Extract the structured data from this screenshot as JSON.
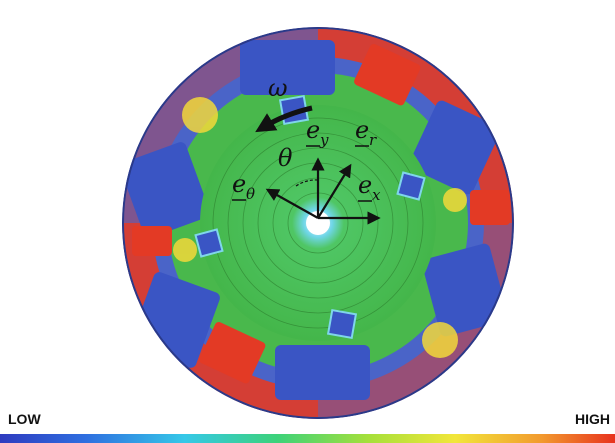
{
  "labels": {
    "omega": "ω",
    "theta": "θ",
    "e_y": "e",
    "e_y_sub": "y",
    "e_r": "e",
    "e_r_sub": "r",
    "e_theta": "e",
    "e_theta_sub": "θ",
    "e_x": "e",
    "e_x_sub": "x"
  },
  "color_scale": {
    "low_label": "LOW",
    "high_label": "HIGH",
    "stops": [
      "#2f3bbf",
      "#2f6fe0",
      "#35c8e8",
      "#3cd27a",
      "#a6e03a",
      "#f2e63a",
      "#f29a2e",
      "#e8321e"
    ]
  },
  "colors": {
    "low": "#3a55c4",
    "mid": "#3fb84a",
    "high": "#e33a25"
  }
}
